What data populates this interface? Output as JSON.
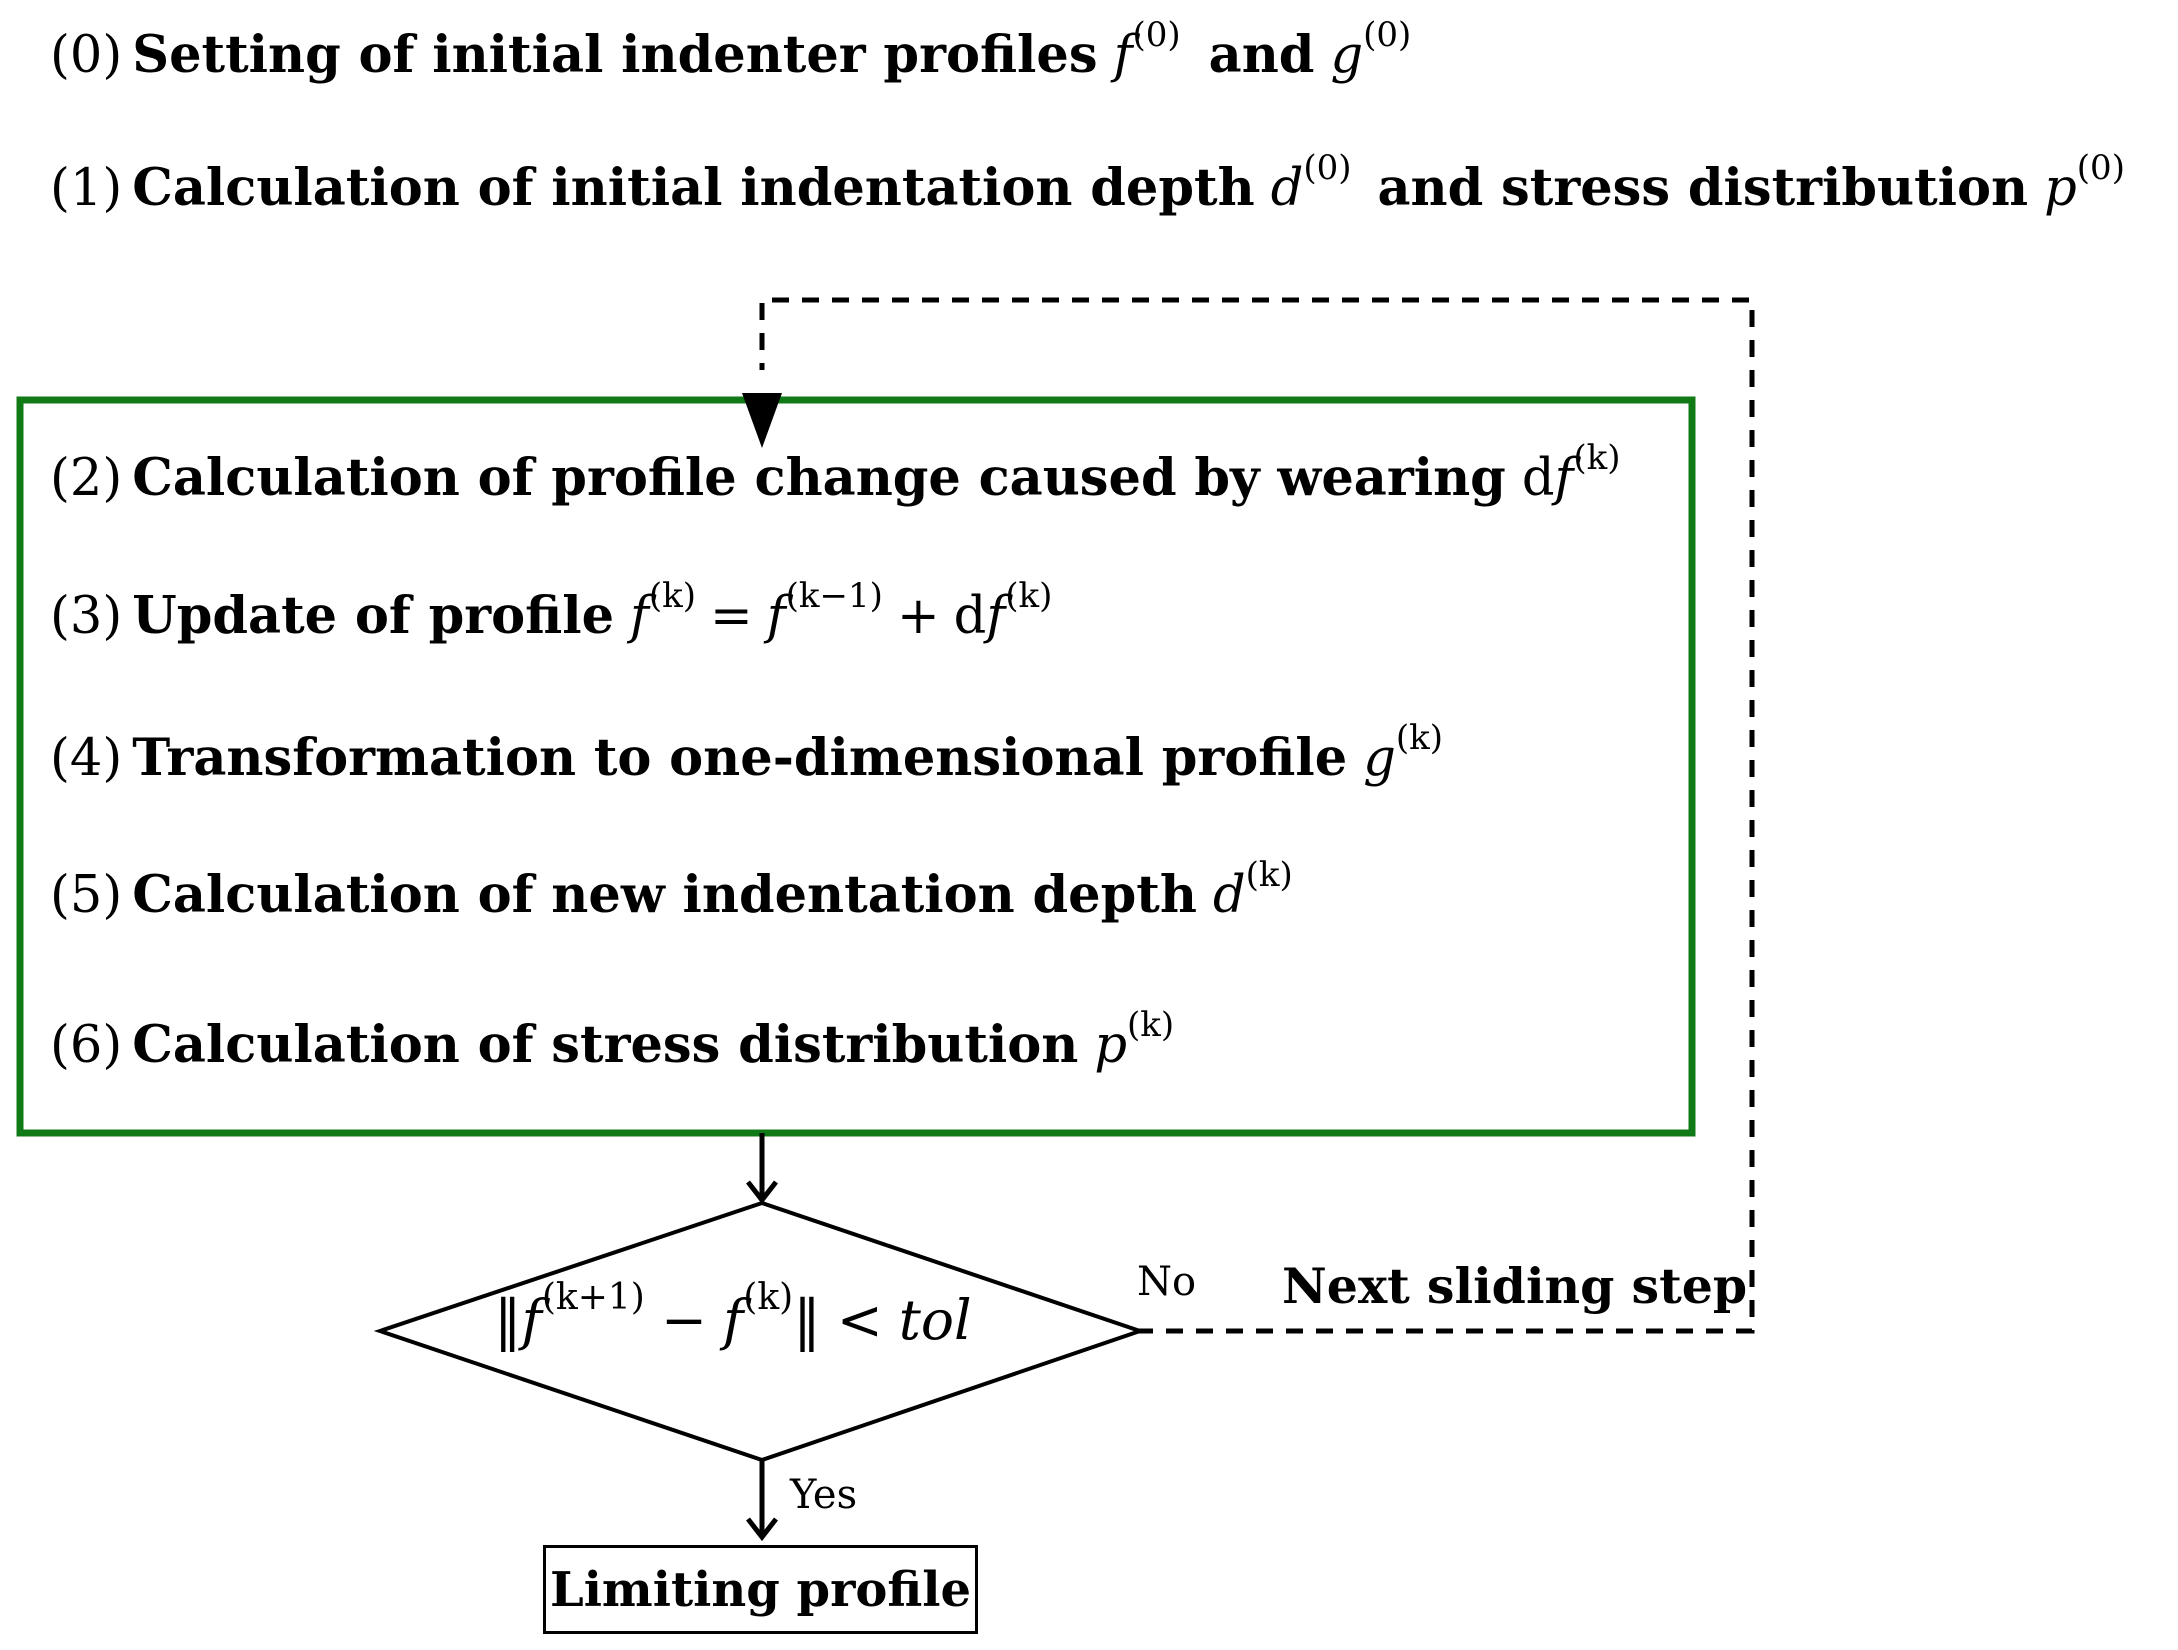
{
  "steps": [
    {
      "num": "(0)",
      "text": "Setting of initial indenter profiles",
      "math_a": "f",
      "sup_a": "(0)",
      "joiner": "and",
      "math_b": "g",
      "sup_b": "(0)"
    },
    {
      "num": "(1)",
      "text": "Calculation of initial indentation depth",
      "math_a": "d",
      "sup_a": "(0)",
      "joiner": "and stress distribution",
      "math_b": "p",
      "sup_b": "(0)"
    },
    {
      "num": "(2)",
      "text": "Calculation of profile change caused by wearing",
      "math_pre": "d",
      "math_a": "f",
      "sup_a": "(k)"
    },
    {
      "num": "(3)",
      "text": "Update of profile",
      "math_a": "f",
      "sup_a": "(k)",
      "eq": "=",
      "math_b": "f",
      "sup_b": "(k−1)",
      "plus": "+",
      "math_pre_c": "d",
      "math_c": "f",
      "sup_c": "(k)"
    },
    {
      "num": "(4)",
      "text": "Transformation to one-dimensional profile",
      "math_a": "g",
      "sup_a": "(k)"
    },
    {
      "num": "(5)",
      "text": "Calculation of new indentation depth",
      "math_a": "d",
      "sup_a": "(k)"
    },
    {
      "num": "(6)",
      "text": "Calculation of stress distribution",
      "math_a": "p",
      "sup_a": "(k)"
    }
  ],
  "decision": {
    "norm_open": "‖",
    "lhs": "f",
    "lhs_sup": "(k+1)",
    "minus": "−",
    "rhs": "f",
    "rhs_sup": "(k)",
    "norm_close": "‖",
    "lt": "<",
    "tol": "tol"
  },
  "labels": {
    "no": "No",
    "yes": "Yes",
    "loop": "Next sliding step",
    "result": "Limiting profile"
  },
  "colors": {
    "loop_box": "#107a17",
    "lines": "#000000"
  }
}
